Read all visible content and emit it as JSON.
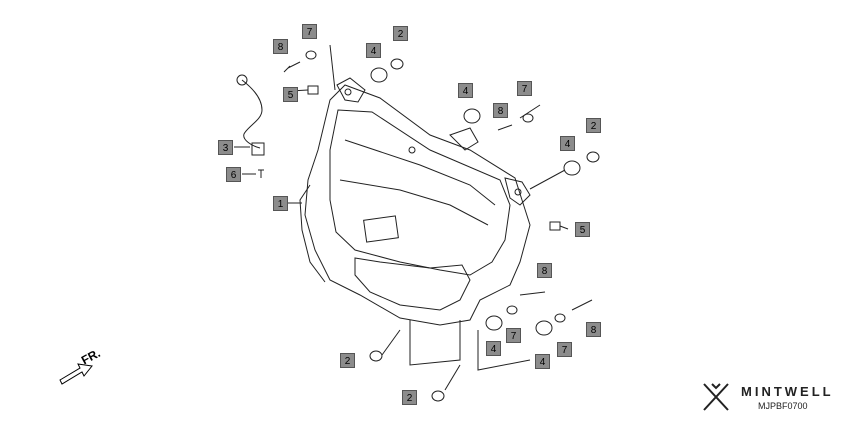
{
  "diagram": {
    "callouts": [
      {
        "label": "1",
        "part": "headlight-assembly"
      },
      {
        "label": "2",
        "part": "grommet-collar"
      },
      {
        "label": "2",
        "part": "grommet-collar"
      },
      {
        "label": "2",
        "part": "grommet-collar"
      },
      {
        "label": "2",
        "part": "grommet-collar"
      },
      {
        "label": "3",
        "part": "position-light-socket"
      },
      {
        "label": "4",
        "part": "rubber-mount"
      },
      {
        "label": "4",
        "part": "rubber-mount"
      },
      {
        "label": "4",
        "part": "rubber-mount"
      },
      {
        "label": "4",
        "part": "rubber-mount"
      },
      {
        "label": "4",
        "part": "rubber-mount"
      },
      {
        "label": "5",
        "part": "clip-nut"
      },
      {
        "label": "5",
        "part": "clip-nut"
      },
      {
        "label": "6",
        "part": "screw"
      },
      {
        "label": "7",
        "part": "washer"
      },
      {
        "label": "7",
        "part": "washer"
      },
      {
        "label": "7",
        "part": "washer"
      },
      {
        "label": "7",
        "part": "washer"
      },
      {
        "label": "8",
        "part": "bolt"
      },
      {
        "label": "8",
        "part": "bolt"
      },
      {
        "label": "8",
        "part": "bolt"
      },
      {
        "label": "8",
        "part": "bolt"
      }
    ],
    "direction_label": "FR.",
    "brand": "MINTWELL",
    "diagram_code": "MJPBF0700"
  }
}
